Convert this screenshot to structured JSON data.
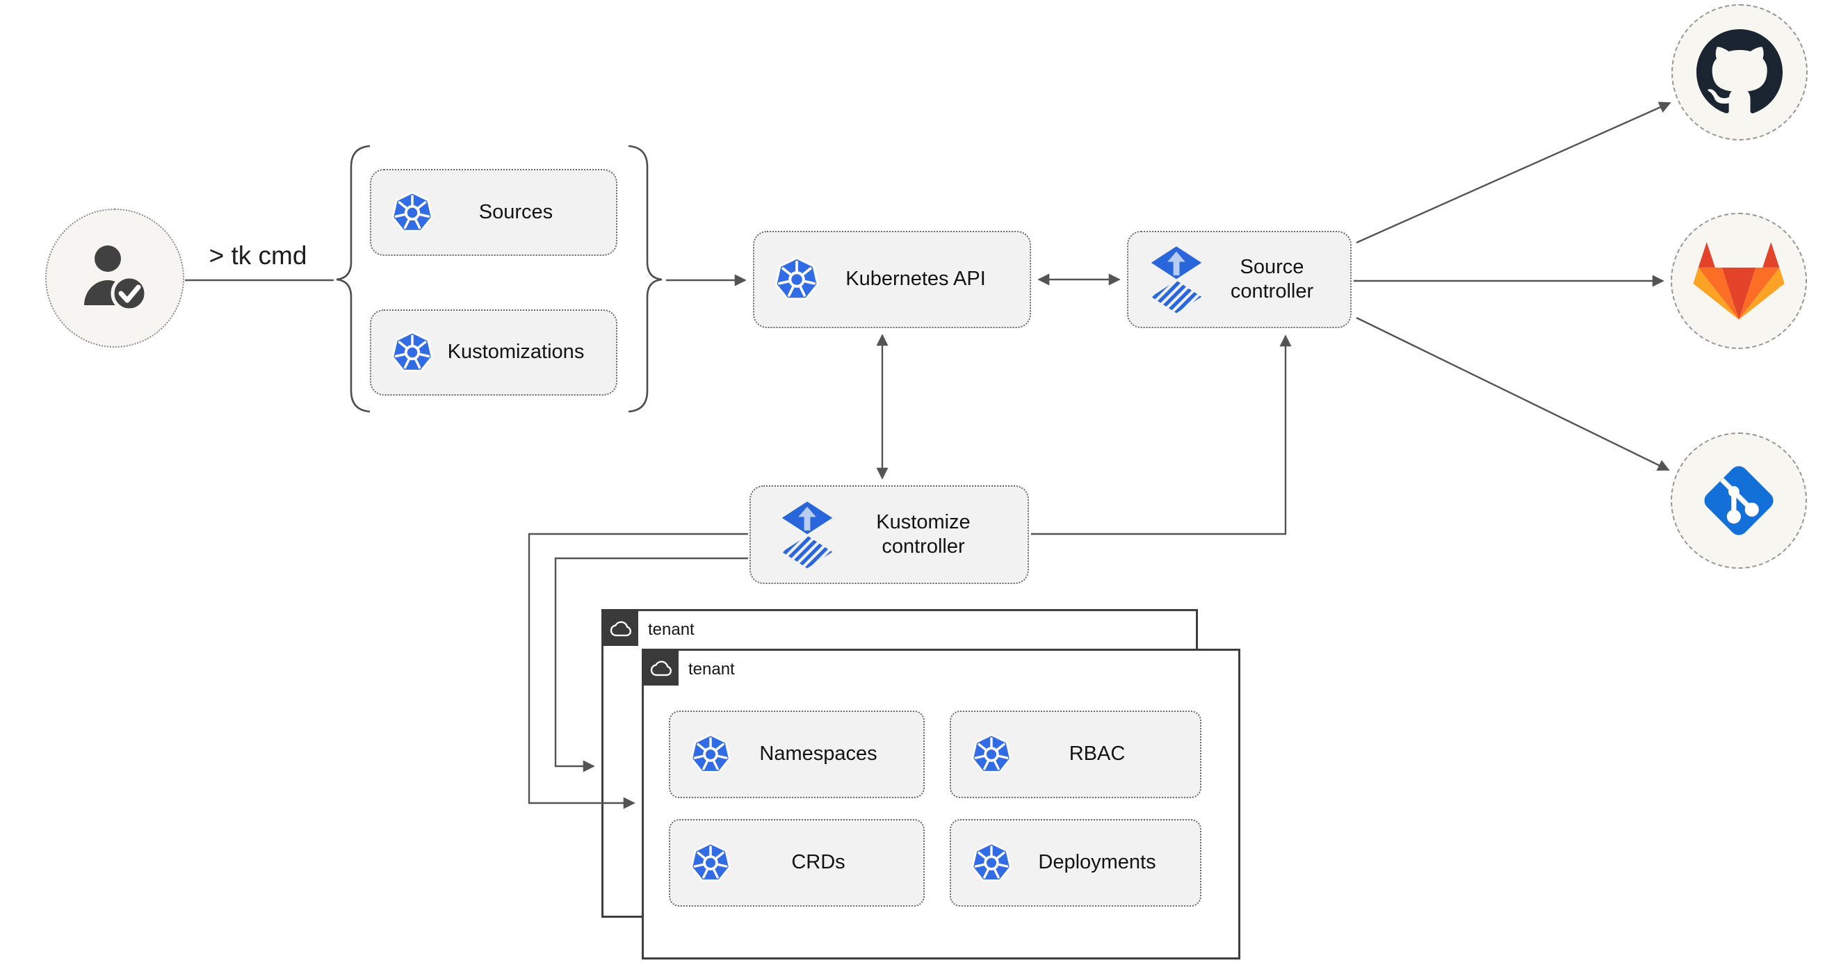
{
  "diagram": {
    "user_command": "> tk cmd",
    "nodes": {
      "sources": "Sources",
      "kustomizations": "Kustomizations",
      "kubernetes_api": "Kubernetes API",
      "source_controller": "Source\ncontroller",
      "kustomize_controller": "Kustomize\ncontroller",
      "namespaces": "Namespaces",
      "rbac": "RBAC",
      "crds": "CRDs",
      "deployments": "Deployments"
    },
    "tenants": {
      "back": "tenant",
      "front": "tenant"
    },
    "remotes": [
      "github",
      "gitlab",
      "git"
    ],
    "icons": {
      "user": "user-check-icon",
      "resource": "kubernetes-icon",
      "controller": "flux-icon",
      "tenant_tab": "cloud-icon",
      "remote_1": "github-icon",
      "remote_2": "gitlab-icon",
      "remote_3": "git-icon"
    },
    "colors": {
      "kubernetes_blue": "#326ce5",
      "flux_blue": "#2966db",
      "flux_arrow_light": "#b9cdf3",
      "git_blue": "#1270d8",
      "github_dark": "#1b2531",
      "gitlab_red": "#e24329",
      "gitlab_orange": "#fc6d26",
      "gitlab_yellow": "#fca326",
      "node_fill": "#f2f2f2",
      "connector_gray": "#545454",
      "tenant_border": "#3f3f3f",
      "tab_dark": "#3a3a3a",
      "circle_fill": "#f7f6f1"
    }
  }
}
